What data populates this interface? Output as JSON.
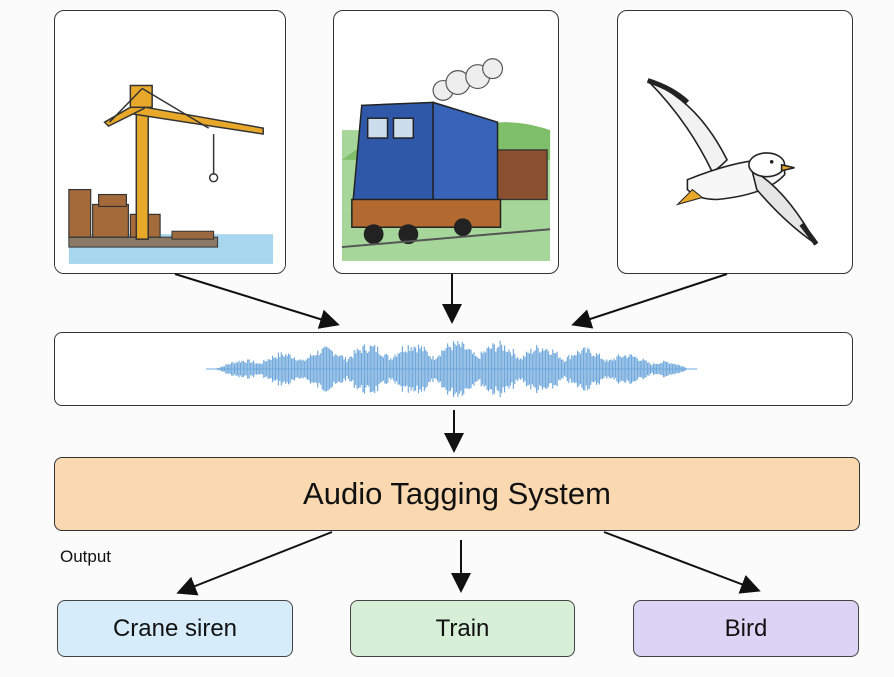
{
  "images": [
    {
      "name": "crane",
      "icon": "crane-icon"
    },
    {
      "name": "train",
      "icon": "train-icon"
    },
    {
      "name": "bird",
      "icon": "bird-icon"
    }
  ],
  "waveform": {
    "icon": "audio-waveform-icon",
    "color": "#6fa8dc"
  },
  "system": {
    "label": "Audio Tagging System",
    "color": "#fad8b0"
  },
  "output_label": "Output",
  "tags": [
    {
      "label": "Crane siren",
      "color": "#d6ecfb"
    },
    {
      "label": "Train",
      "color": "#d7efd6"
    },
    {
      "label": "Bird",
      "color": "#dcd4f5"
    }
  ]
}
